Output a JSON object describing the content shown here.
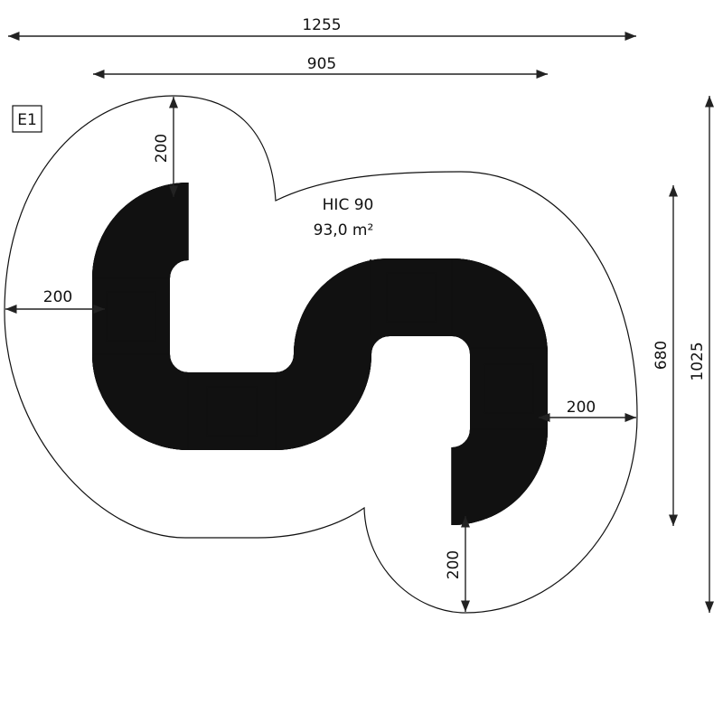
{
  "drawing": {
    "id_label": "E1",
    "product": "HIC 90",
    "area": "93,0 m²",
    "dimensions": {
      "overall_width": "1255",
      "equipment_width": "905",
      "equipment_depth": "680",
      "overall_depth": "1025",
      "clearance_top": "200",
      "clearance_left": "200",
      "clearance_right": "200",
      "clearance_bottom": "200"
    }
  },
  "colors": {
    "line": "#111111",
    "background": "#ffffff"
  }
}
